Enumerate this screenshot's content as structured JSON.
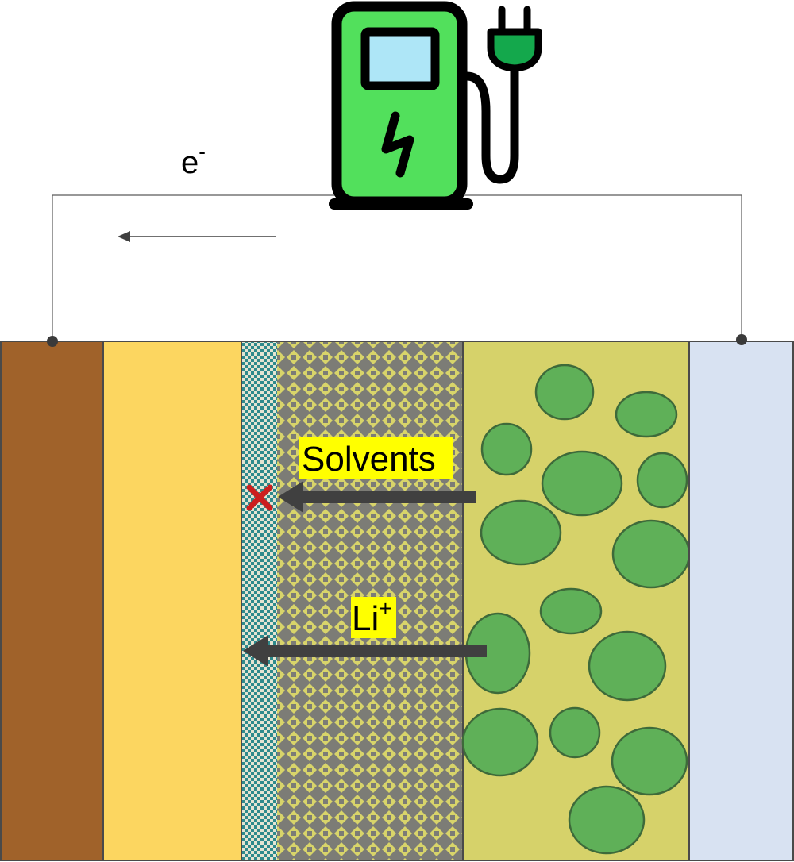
{
  "circuit": {
    "electron_label": "e",
    "electron_sup": "-"
  },
  "labels": {
    "solvents": "Solvents",
    "lithium": "Li",
    "lithium_sup": "+"
  },
  "colors": {
    "current_collector_left": "#a0622a",
    "anode": "#fcd660",
    "sei_layer_a": "#2e8a8c",
    "sei_layer_b": "#e4e4d2",
    "separator_a": "#7c7c76",
    "separator_b": "#d8d46a",
    "cathode_matrix": "#d6d26a",
    "cathode_particle": "#5fb058",
    "current_collector_right": "#d8e2f2",
    "highlight": "#ffff00",
    "blocked_mark": "#cc1f1f",
    "charger_body": "#52e05c",
    "charger_screen": "#aee6f7",
    "charger_plug": "#14a84c",
    "arrow": "#404040"
  },
  "icons": [
    "charging-station-icon",
    "lightning-bolt-icon",
    "plug-icon",
    "blocked-x-icon"
  ]
}
